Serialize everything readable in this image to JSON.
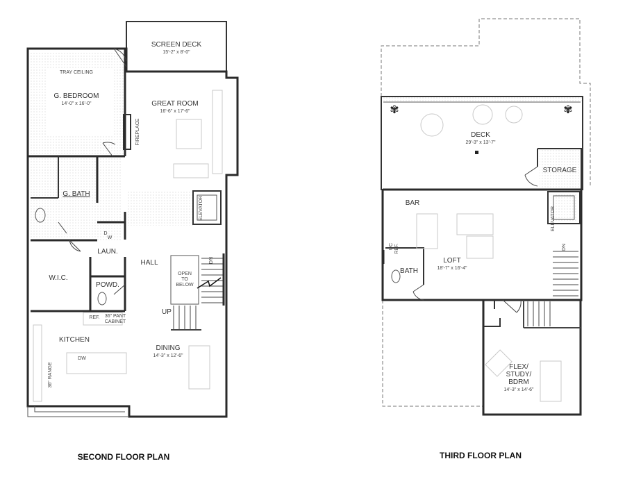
{
  "plans": [
    {
      "title": "SECOND FLOOR PLAN",
      "rooms": [
        {
          "name": "SCREEN DECK",
          "dims": "15'-2\" x 8'-0\""
        },
        {
          "name": "G. BEDROOM",
          "dims": "14'-0\" x 16'-0\"",
          "note": "TRAY CEILING"
        },
        {
          "name": "GREAT ROOM",
          "dims": "16'-6\" x 17'-6\"",
          "note": "FIREPLACE"
        },
        {
          "name": "G. BATH",
          "dims": ""
        },
        {
          "name": "LAUN.",
          "dims": "",
          "note": "D W"
        },
        {
          "name": "HALL",
          "dims": ""
        },
        {
          "name": "W.I.C.",
          "dims": ""
        },
        {
          "name": "POWD.",
          "dims": ""
        },
        {
          "name": "KITCHEN",
          "dims": ""
        },
        {
          "name": "DINING",
          "dims": "14'-3\" x 12'-6\""
        }
      ],
      "annotations": {
        "elevator": "ELEVATOR",
        "open_to_below": "OPEN TO BELOW",
        "stairs_down": "DN",
        "stairs_up": "UP",
        "ref": "REF.",
        "pantry": "36\" PANT CABINET",
        "range": "36\" RANGE",
        "dishwasher": "DW"
      }
    },
    {
      "title": "THIRD FLOOR PLAN",
      "rooms": [
        {
          "name": "DECK",
          "dims": "29'-3\" x 13'-7\""
        },
        {
          "name": "STORAGE",
          "dims": ""
        },
        {
          "name": "BAR",
          "dims": ""
        },
        {
          "name": "LOFT",
          "dims": "18'-7\" x 16'-4\""
        },
        {
          "name": "BATH",
          "dims": ""
        },
        {
          "name": "FLEX/ STUDY/ BDRM",
          "dims": "14'-3\" x 14'-6\""
        }
      ],
      "annotations": {
        "elevator": "ELEVATOR",
        "stairs_down": "DN",
        "uc_ref": "UC REF."
      }
    }
  ],
  "second": {
    "title": "SECOND FLOOR PLAN",
    "screen_deck": "SCREEN DECK",
    "screen_deck_dims": "15'-2\" x 8'-0\"",
    "tray_ceiling": "TRAY CEILING",
    "g_bedroom": "G. BEDROOM",
    "g_bedroom_dims": "14'-0\" x 16'-0\"",
    "great_room": "GREAT ROOM",
    "great_room_dims": "16'-6\" x 17'-6\"",
    "fireplace": "FIREPLACE",
    "g_bath": "G. BATH",
    "elevator": "ELEVATOR",
    "d": "D",
    "w": "W",
    "laun": "LAUN.",
    "hall": "HALL",
    "dn": "DN",
    "open1": "OPEN",
    "open2": "TO",
    "open3": "BELOW",
    "wic": "W.I.C.",
    "powd": "POWD.",
    "up": "UP",
    "ref": "REF.",
    "pant1": "36\" PANT",
    "pant2": "CABINET",
    "kitchen": "KITCHEN",
    "dw": "DW",
    "range": "36\" RANGE",
    "dining": "DINING",
    "dining_dims": "14'-3\" x 12'-6\""
  },
  "third": {
    "title": "THIRD FLOOR PLAN",
    "deck": "DECK",
    "deck_dims": "29'-3\" x 13'-7\"",
    "storage": "STORAGE",
    "bar": "BAR",
    "elevator": "ELEVATOR",
    "uc": "UC",
    "ref": "REF.",
    "dn": "DN",
    "loft": "LOFT",
    "loft_dims": "18'-7\" x 16'-4\"",
    "bath": "BATH",
    "flex1": "FLEX/",
    "flex2": "STUDY/",
    "flex3": "BDRM",
    "flex_dims": "14'-3\" x 14'-6\""
  }
}
